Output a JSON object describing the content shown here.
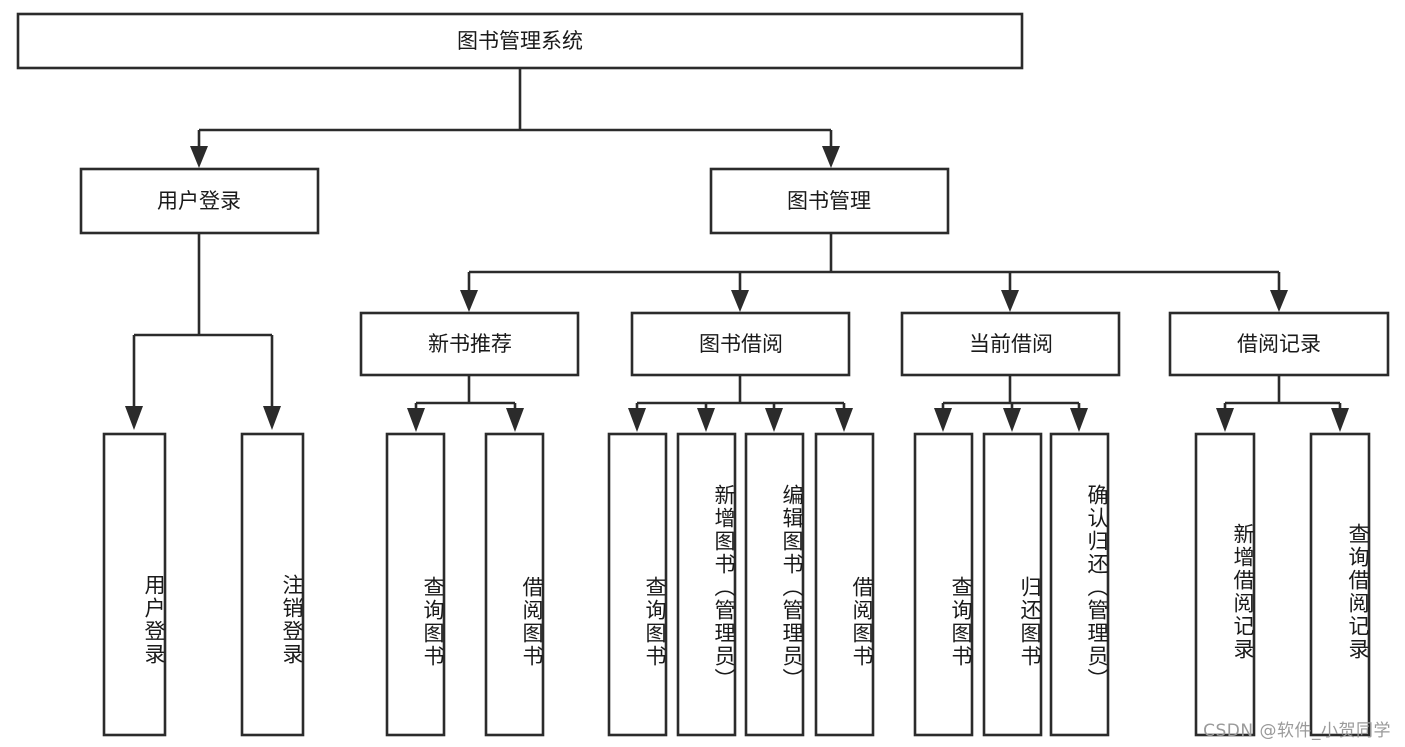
{
  "diagram": {
    "type": "tree-hierarchy-chart",
    "title": "图书管理系统",
    "root": {
      "label": "图书管理系统",
      "level": 1
    },
    "level2": [
      {
        "label": "用户登录"
      },
      {
        "label": "图书管理"
      }
    ],
    "level3": [
      {
        "label": "新书推荐",
        "parent": "图书管理"
      },
      {
        "label": "图书借阅",
        "parent": "图书管理"
      },
      {
        "label": "当前借阅",
        "parent": "图书管理"
      },
      {
        "label": "借阅记录",
        "parent": "图书管理"
      }
    ],
    "leaves": {
      "user_login": [
        {
          "label": "用户登录"
        },
        {
          "label": "注销登录"
        }
      ],
      "new_book_recommend": [
        {
          "label": "查询图书"
        },
        {
          "label": "借阅图书"
        }
      ],
      "book_borrow": [
        {
          "label": "查询图书"
        },
        {
          "label": "新增图书（管理员）"
        },
        {
          "label": "编辑图书（管理员）"
        },
        {
          "label": "借阅图书"
        }
      ],
      "current_borrow": [
        {
          "label": "查询图书"
        },
        {
          "label": "归还图书"
        },
        {
          "label": "确认归还（管理员）"
        }
      ],
      "borrow_records": [
        {
          "label": "新增借阅记录"
        },
        {
          "label": "查询借阅记录"
        }
      ]
    },
    "colors": {
      "stroke": "#2b2b2b",
      "fill": "#ffffff",
      "text": "#1a1a1a",
      "watermark": "#9a9a9a",
      "background": "#ffffff"
    }
  },
  "watermark": {
    "text": "CSDN @软件_小贺同学"
  }
}
